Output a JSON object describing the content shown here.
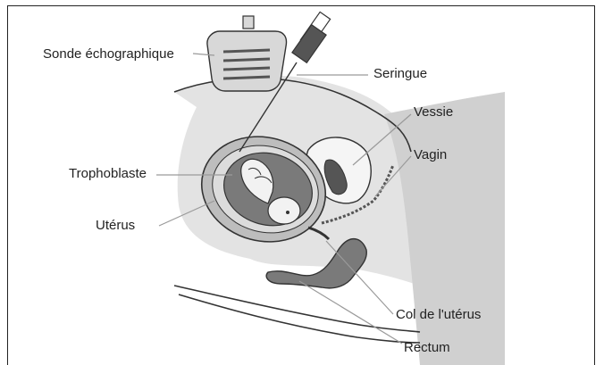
{
  "labels": {
    "sonde": "Sonde échographique",
    "seringue": "Seringue",
    "vessie": "Vessie",
    "vagin": "Vagin",
    "trophoblaste": "Trophoblaste",
    "uterus": "Utérus",
    "col": "Col de l'utérus",
    "rectum": "Rectum"
  },
  "colors": {
    "body_fill": "#e3e3e3",
    "outline": "#333333",
    "uterus_wall": "#bdbdbd",
    "amniotic": "#7a7a7a",
    "fetus": "#f2f2f2",
    "leader_line": "#9a9a9a"
  }
}
